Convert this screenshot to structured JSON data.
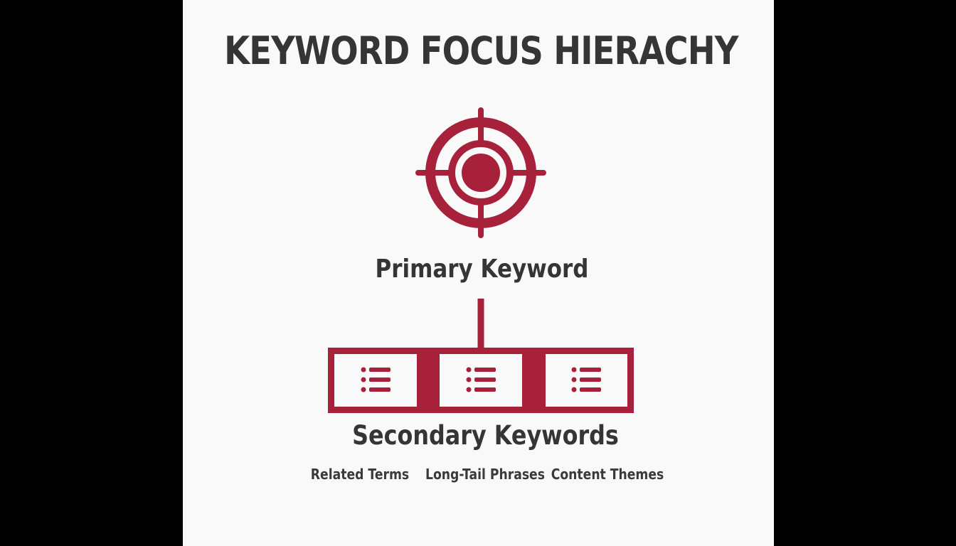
{
  "title": "KEYWORD FOCUS HIERACHY",
  "primary": {
    "label": "Primary Keyword",
    "icon": "target-icon"
  },
  "secondary": {
    "label": "Secondary Keywords",
    "icon": "list-icon",
    "items": [
      "Related Terms",
      "Long-Tail Phrases",
      "Content Themes"
    ]
  },
  "colors": {
    "accent": "#a8213a",
    "text": "#353535",
    "background": "#f9f9f9"
  }
}
